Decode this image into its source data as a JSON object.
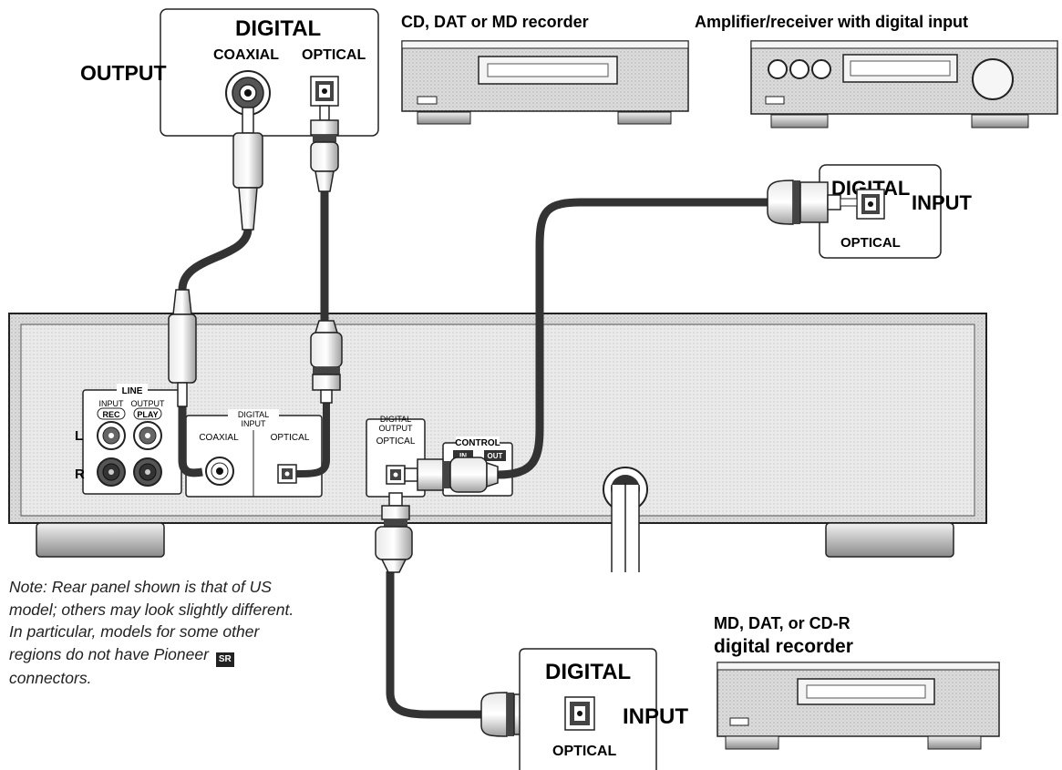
{
  "source_output": {
    "output_label": "OUTPUT",
    "digital_label": "DIGITAL",
    "coaxial_label": "COAXIAL",
    "optical_label": "OPTICAL"
  },
  "devices": {
    "recorder_top": {
      "label": "CD, DAT or MD recorder"
    },
    "amplifier": {
      "label": "Amplifier/receiver with digital input"
    },
    "recorder_bottom": {
      "label_line1": "MD, DAT, or CD-R",
      "label_line2": "digital recorder"
    }
  },
  "amp_input": {
    "digital_label": "DIGITAL",
    "input_label": "INPUT",
    "optical_label": "OPTICAL"
  },
  "recorder_input": {
    "digital_label": "DIGITAL",
    "input_label": "INPUT",
    "optical_label": "OPTICAL"
  },
  "rear_panel": {
    "line_label": "LINE",
    "input_label": "INPUT",
    "output_label": "OUTPUT",
    "rec_label": "REC",
    "play_label": "PLAY",
    "l_label": "L",
    "r_label": "R",
    "digital_input_label_1": "DIGITAL",
    "digital_input_label_2": "INPUT",
    "coaxial_label": "COAXIAL",
    "optical_label": "OPTICAL",
    "digital_output_label_1": "DIGITAL",
    "digital_output_label_2": "OUTPUT",
    "digital_output_optical_label": "OPTICAL",
    "control_label": "CONTROL",
    "control_in_label": "IN",
    "control_out_label": "OUT"
  },
  "note": {
    "text_before": "Note: Rear panel shown is that of US model; others may look slightly different. In particular, models for some other regions do not have Pioneer",
    "sr_logo": "SR",
    "text_after": "connectors."
  }
}
